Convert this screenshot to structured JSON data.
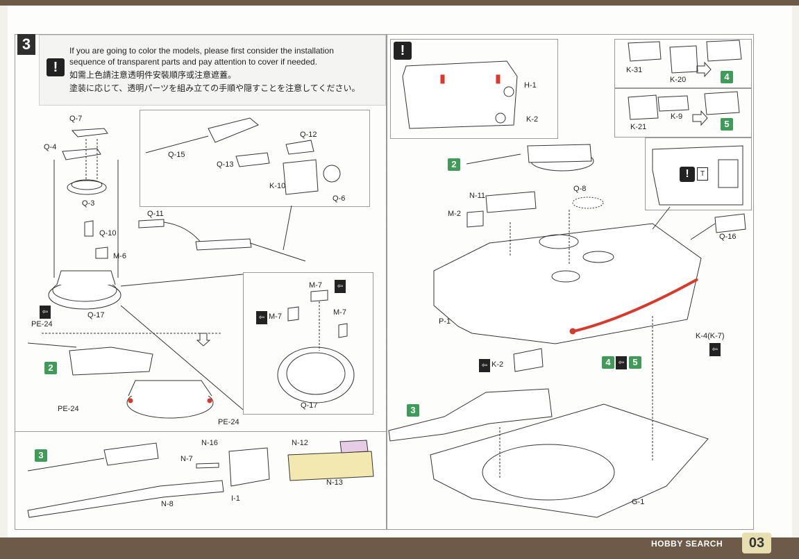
{
  "page_number": "03",
  "watermark": "HOBBY SEARCH",
  "step_main": "3",
  "warning_icon": "!",
  "note": {
    "line1": "If you are going to color the models, please first  consider the installation",
    "line2": "sequence of transparent parts and pay attention to cover if needed.",
    "line3": "如需上色請注意透明件安裝順序或注意遮蓋。",
    "line4": "塗装に応じて、透明パーツを組み立ての手順や隠すことを注意してください。"
  },
  "badges": {
    "b2a": "2",
    "b2b": "2",
    "b3a": "3",
    "b3b": "3",
    "b4a": "4",
    "b4b": "4",
    "b5a": "5",
    "b5b": "5"
  },
  "labels": {
    "q7": "Q-7",
    "q4": "Q-4",
    "q3": "Q-3",
    "q10": "Q-10",
    "q11": "Q-11",
    "m6": "M-6",
    "q17": "Q-17",
    "pe24a": "PE-24",
    "q15": "Q-15",
    "q12": "Q-12",
    "q13": "Q-13",
    "k10": "K-10",
    "q6": "Q-6",
    "m7a": "M-7",
    "m7b": "M-7",
    "m7c": "M-7",
    "q17b": "Q-17",
    "pe24b": "PE-24",
    "pe24c": "PE-24",
    "n16": "N-16",
    "n12": "N-12",
    "n7": "N-7",
    "n13": "N-13",
    "i1": "I-1",
    "n8": "N-8",
    "h1": "H-1",
    "k2a": "K-2",
    "k31": "K-31",
    "k20": "K-20",
    "k21": "K-21",
    "k9": "K-9",
    "n11": "N-11",
    "m2": "M-2",
    "q8": "Q-8",
    "q16": "Q-16",
    "p1": "P-1",
    "k4": "K-4(K-7)",
    "k2b": "K-2",
    "g1": "G-1"
  },
  "colors": {
    "badge_green": "#3f9b57",
    "highlight_red": "#d63a2a",
    "part_yellow": "#f3e8b0",
    "part_pink": "#e7cce6"
  }
}
